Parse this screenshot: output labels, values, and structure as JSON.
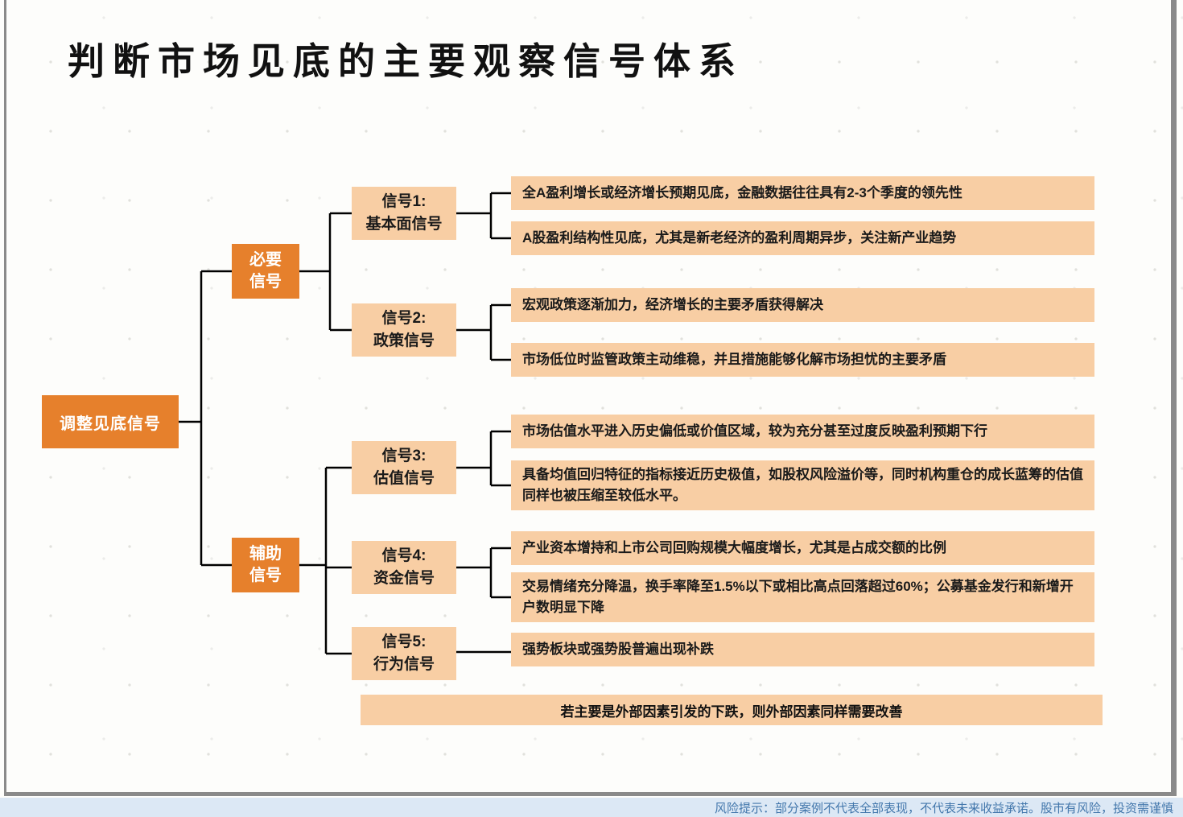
{
  "page": {
    "title": "判断市场见底的主要观察信号体系",
    "bottom_note": "若主要是外部因素引发的下跌，则外部因素同样需要改善",
    "footer_disclaimer": "风险提示：部分案例不代表全部表现，不代表未来收益承诺。股市有风险，投资需谨慎"
  },
  "colors": {
    "accent_orange": "#E6802C",
    "light_orange": "#F8CEA4",
    "connector_line": "#000000",
    "footer_bg": "#DCE8F5",
    "footer_text": "#4377AC",
    "frame_gray": "#8A8A8A"
  },
  "tree": {
    "root_label": "调整见底信号",
    "branches": [
      {
        "label_line1": "必要",
        "label_line2": "信号",
        "signals": [
          {
            "name_line1": "信号1:",
            "name_line2": "基本面信号",
            "leaves": [
              "全A盈利增长或经济增长预期见底，金融数据往往具有2-3个季度的领先性",
              "A股盈利结构性见底，尤其是新老经济的盈利周期异步，关注新产业趋势"
            ]
          },
          {
            "name_line1": "信号2:",
            "name_line2": "政策信号",
            "leaves": [
              "宏观政策逐渐加力，经济增长的主要矛盾获得解决",
              "市场低位时监管政策主动维稳，并且措施能够化解市场担忧的主要矛盾"
            ]
          }
        ]
      },
      {
        "label_line1": "辅助",
        "label_line2": "信号",
        "signals": [
          {
            "name_line1": "信号3:",
            "name_line2": "估值信号",
            "leaves": [
              "市场估值水平进入历史偏低或价值区域，较为充分甚至过度反映盈利预期下行",
              "具备均值回归特征的指标接近历史极值，如股权风险溢价等，同时机构重仓的成长蓝筹的估值同样也被压缩至较低水平。"
            ]
          },
          {
            "name_line1": "信号4:",
            "name_line2": "资金信号",
            "leaves": [
              "产业资本增持和上市公司回购规模大幅度增长，尤其是占成交额的比例",
              "交易情绪充分降温，换手率降至1.5%以下或相比高点回落超过60%；公募基金发行和新增开户数明显下降"
            ]
          },
          {
            "name_line1": "信号5:",
            "name_line2": "行为信号",
            "leaves": [
              "强势板块或强势股普遍出现补跌"
            ]
          }
        ]
      }
    ]
  }
}
